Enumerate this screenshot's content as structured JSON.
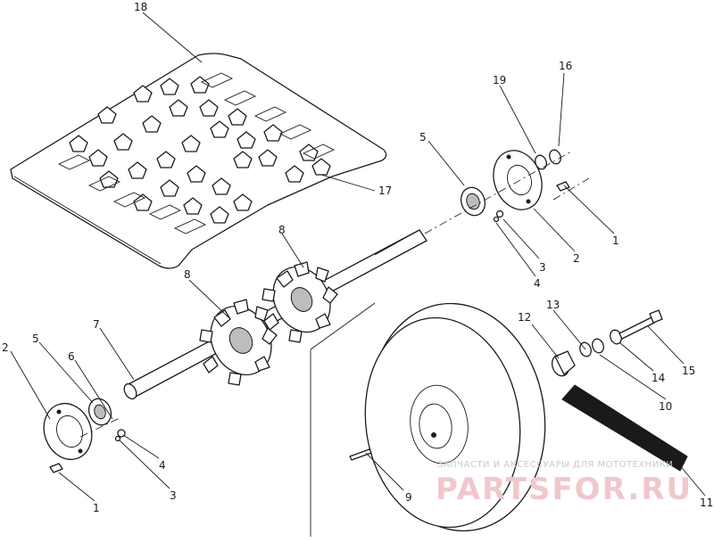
{
  "callouts": {
    "c18": "18",
    "c17": "17",
    "c16": "16",
    "c19": "19",
    "c5_top": "5",
    "c1_right": "1",
    "c2_right": "2",
    "c3_right": "3",
    "c4_right": "4",
    "c8_a": "8",
    "c8_b": "8",
    "c7": "7",
    "c2_left": "2",
    "c5_left": "5",
    "c6": "6",
    "c4_left": "4",
    "c3_left": "3",
    "c1_left": "1",
    "c13": "13",
    "c12": "12",
    "c14": "14",
    "c15": "15",
    "c10": "10",
    "c9": "9",
    "c11": "11"
  },
  "watermark": {
    "subtitle": "ЗАПЧАСТИ И АКСЕССУАРЫ ДЛЯ МОТОТЕХНИКИ",
    "brand": "PARTSFOR.RU"
  }
}
